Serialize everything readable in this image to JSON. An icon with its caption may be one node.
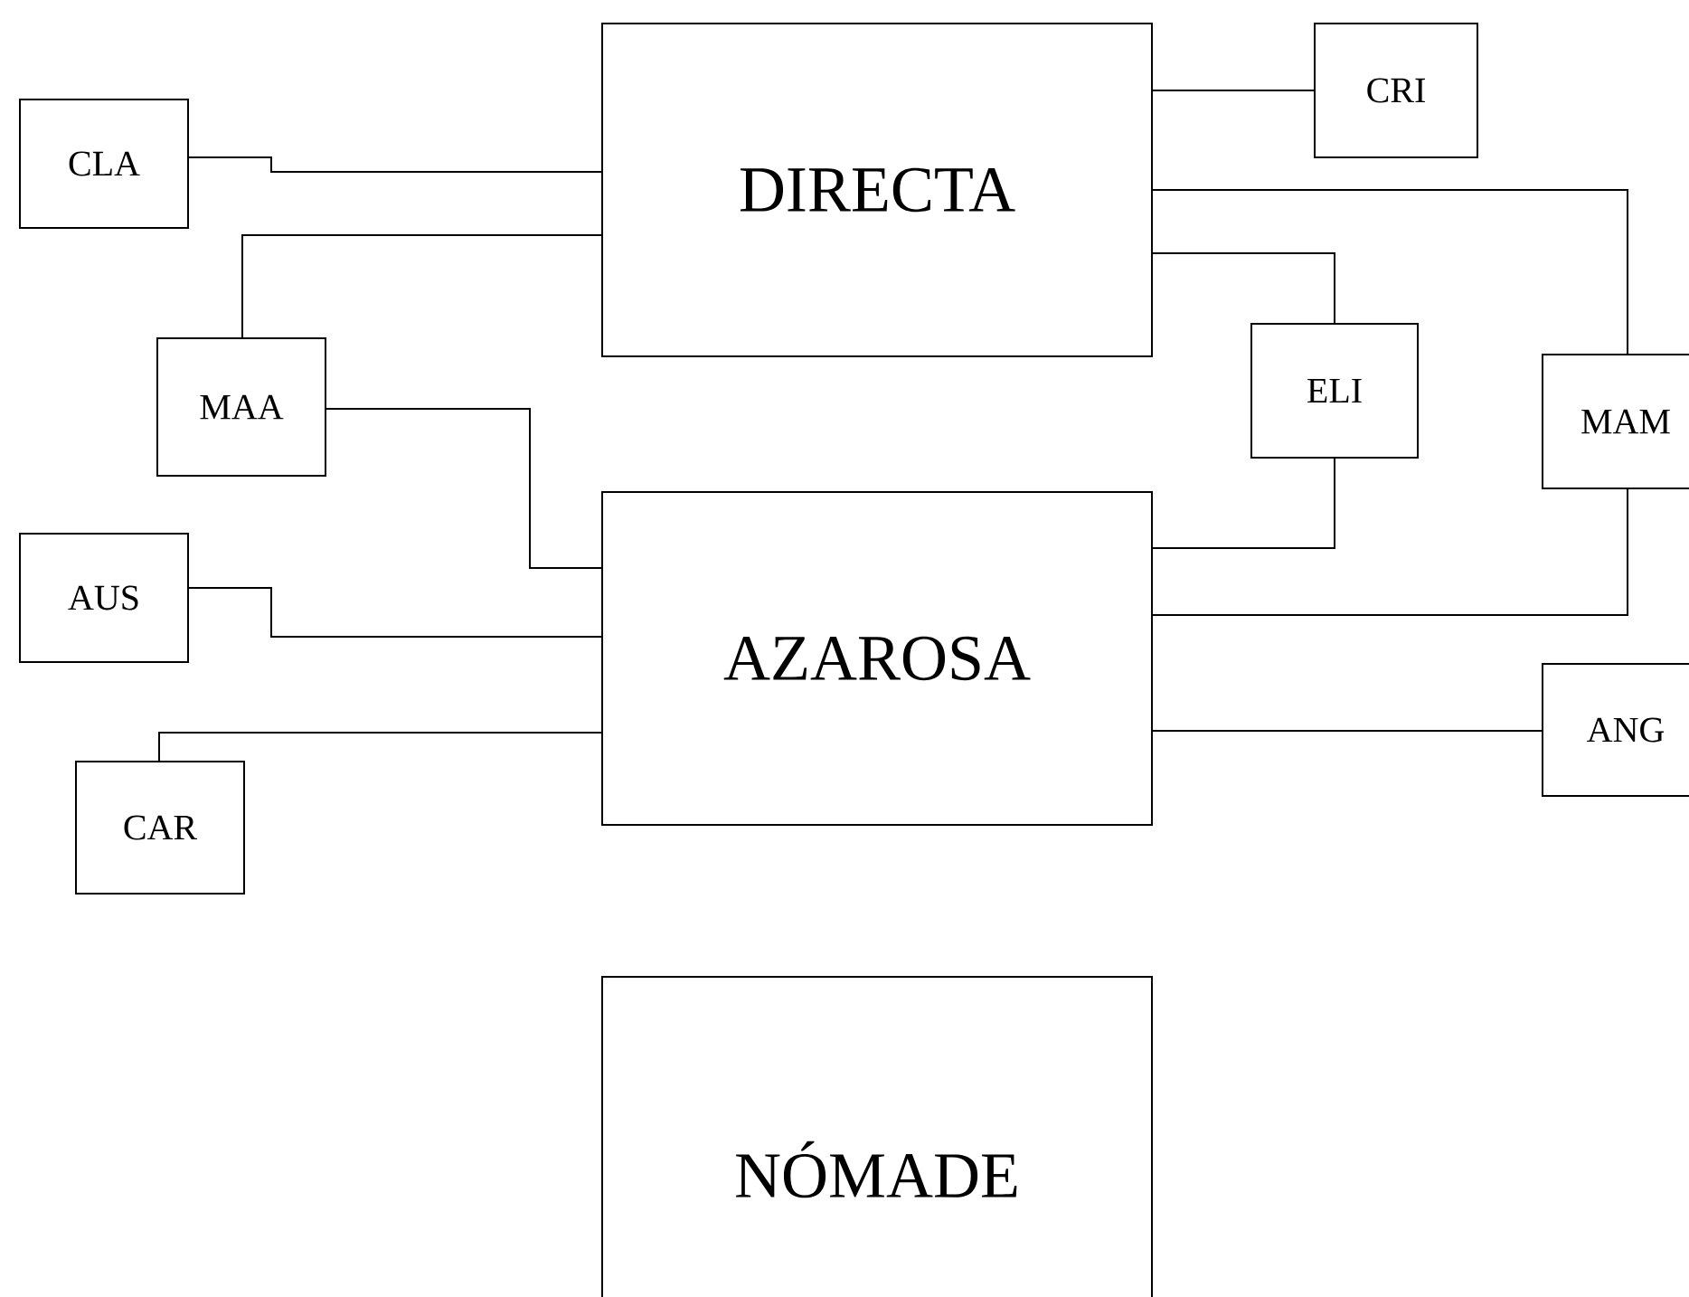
{
  "diagram": {
    "nodes": [
      {
        "text": [
          "DIRECTA"
        ]
      },
      {
        "text": [
          "AZAROSA"
        ]
      },
      {
        "text": [
          "NÓMADE"
        ]
      },
      {
        "text": [
          "CLA"
        ]
      },
      {
        "text": [
          "CRI"
        ]
      },
      {
        "text": [
          "MAA"
        ]
      },
      {
        "text": [
          "ELI"
        ]
      },
      {
        "text": [
          "MAM"
        ]
      },
      {
        "text": [
          "AUS"
        ]
      },
      {
        "text": [
          "ANG"
        ]
      },
      {
        "text": [
          "CAR"
        ]
      }
    ],
    "edges": [
      {
        "from": 3,
        "to": 0,
        "arrow": "none"
      },
      {
        "from": 4,
        "to": 0,
        "arrow": "none"
      },
      {
        "from": 5,
        "to": 0,
        "arrow": "none"
      },
      {
        "from": 6,
        "to": 0,
        "arrow": "none"
      },
      {
        "from": 7,
        "to": 0,
        "arrow": "none"
      },
      {
        "from": 5,
        "to": 1,
        "arrow": "none"
      },
      {
        "from": 8,
        "to": 1,
        "arrow": "none"
      },
      {
        "from": 10,
        "to": 1,
        "arrow": "none"
      },
      {
        "from": 6,
        "to": 1,
        "arrow": "none"
      },
      {
        "from": 7,
        "to": 1,
        "arrow": "none"
      },
      {
        "from": 9,
        "to": 1,
        "arrow": "none"
      }
    ]
  }
}
